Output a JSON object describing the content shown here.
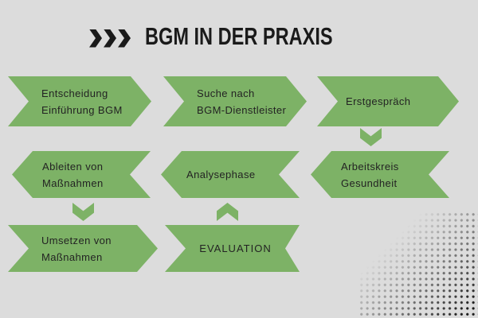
{
  "title": {
    "text": "BGM IN DER PRAXIS"
  },
  "colors": {
    "background": "#dcdcdc",
    "green": "#7db266",
    "title_text": "#1a1a1a",
    "box_text": "#232323",
    "dot": "#1a1a1a"
  },
  "flow": {
    "steps": [
      {
        "name": "entscheidung-einfuehrung-bgm",
        "line1": "Entscheidung",
        "line2": "Einführung BGM",
        "shape": "chevron-right"
      },
      {
        "name": "suche-bgm-dienstleister",
        "line1": "Suche nach",
        "line2": "BGM-Dienstleister",
        "shape": "chevron-right"
      },
      {
        "name": "erstgespraech",
        "line1": "Erstgespräch",
        "line2": "",
        "shape": "chevron-right"
      },
      {
        "name": "ableiten-von-massnahmen",
        "line1": "Ableiten von",
        "line2": "Maßnahmen",
        "shape": "chevron-left"
      },
      {
        "name": "analysephase",
        "line1": "Analysephase",
        "line2": "",
        "shape": "chevron-left"
      },
      {
        "name": "arbeitskreis-gesundheit",
        "line1": "Arbeitskreis",
        "line2": "Gesundheit",
        "shape": "chevron-left"
      },
      {
        "name": "umsetzen-von-massnahmen",
        "line1": "Umsetzen von",
        "line2": "Maßnahmen",
        "shape": "chevron-right"
      },
      {
        "name": "evaluation",
        "line1": "EVALUATION",
        "line2": "",
        "shape": "ribbon"
      }
    ],
    "connectors": [
      {
        "from": "erstgespraech",
        "to": "arbeitskreis-gesundheit",
        "direction": "down"
      },
      {
        "from": "ableiten-von-massnahmen",
        "to": "umsetzen-von-massnahmen",
        "direction": "down"
      },
      {
        "from": "evaluation",
        "to": "analysephase",
        "direction": "up"
      }
    ]
  }
}
